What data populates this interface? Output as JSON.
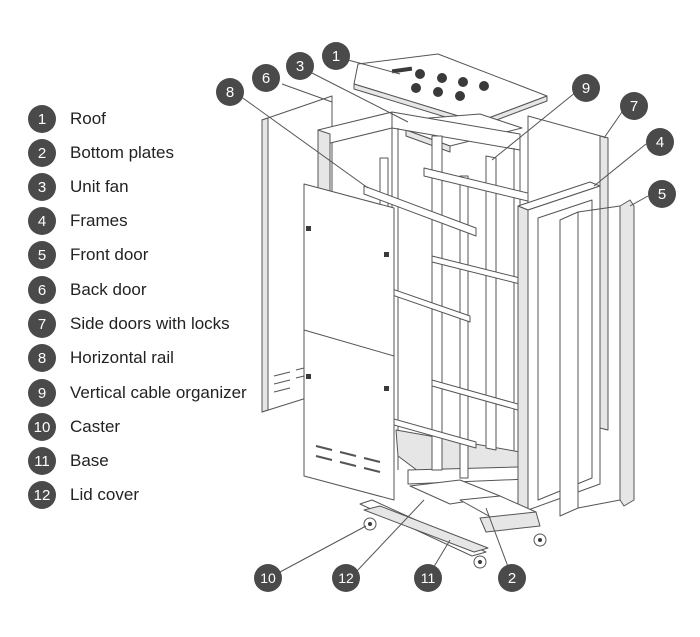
{
  "colors": {
    "badge_fill": "#4a4a4a",
    "badge_text": "#ffffff",
    "line": "#555555",
    "part_fill": "#ffffff",
    "part_shade": "#e6e6e6",
    "dark_part": "#3a3a3a"
  },
  "legend": [
    {
      "num": "1",
      "label": "Roof"
    },
    {
      "num": "2",
      "label": "Bottom plates"
    },
    {
      "num": "3",
      "label": "Unit fan"
    },
    {
      "num": "4",
      "label": "Frames"
    },
    {
      "num": "5",
      "label": "Front door"
    },
    {
      "num": "6",
      "label": "Back door"
    },
    {
      "num": "7",
      "label": "Side doors with locks"
    },
    {
      "num": "8",
      "label": "Horizontal rail"
    },
    {
      "num": "9",
      "label": "Vertical cable organizer"
    },
    {
      "num": "10",
      "label": "Caster"
    },
    {
      "num": "11",
      "label": "Base"
    },
    {
      "num": "12",
      "label": "Lid cover"
    }
  ],
  "callouts": [
    "1",
    "6",
    "3",
    "8",
    "9",
    "7",
    "4",
    "5",
    "10",
    "12",
    "11",
    "2"
  ]
}
